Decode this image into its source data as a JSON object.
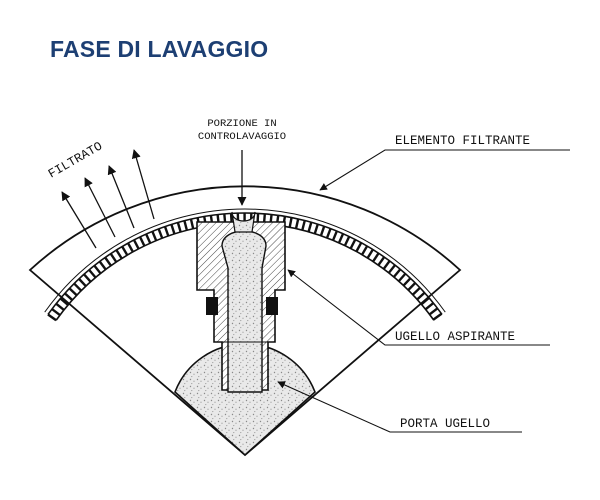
{
  "title": "FASE DI LAVAGGIO",
  "colors": {
    "title": "#1d3f73",
    "line": "#111111",
    "speckle": "#e6e6e6"
  },
  "labels": {
    "filtrato": "FILTRATO",
    "porzione_line1": "PORZIONE IN",
    "porzione_line2": "CONTROLAVAGGIO",
    "elemento_filtrante": "ELEMENTO FILTRANTE",
    "ugello_aspirante": "UGELLO ASPIRANTE",
    "porta_ugello": "PORTA UGELLO"
  }
}
